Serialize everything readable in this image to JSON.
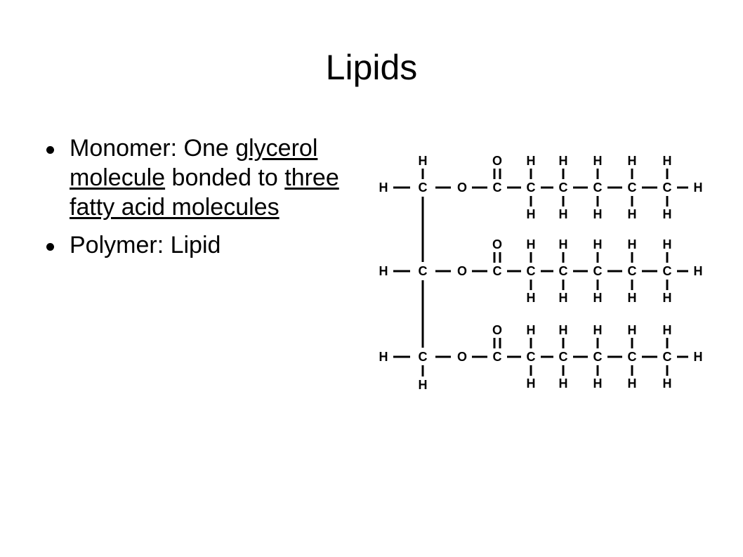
{
  "slide": {
    "title": "Lipids",
    "bullet1": {
      "t1": "Monomer: One",
      "t2": "glycerol molecule",
      "t3": "bonded to",
      "t4": "three fatty acid molecules"
    },
    "bullet2": "Polymer: Lipid"
  },
  "diagram": {
    "atoms": {
      "h": "H",
      "c": "C",
      "o": "O"
    },
    "fatty_acid_chains": 3,
    "chain_carbons": 5
  }
}
